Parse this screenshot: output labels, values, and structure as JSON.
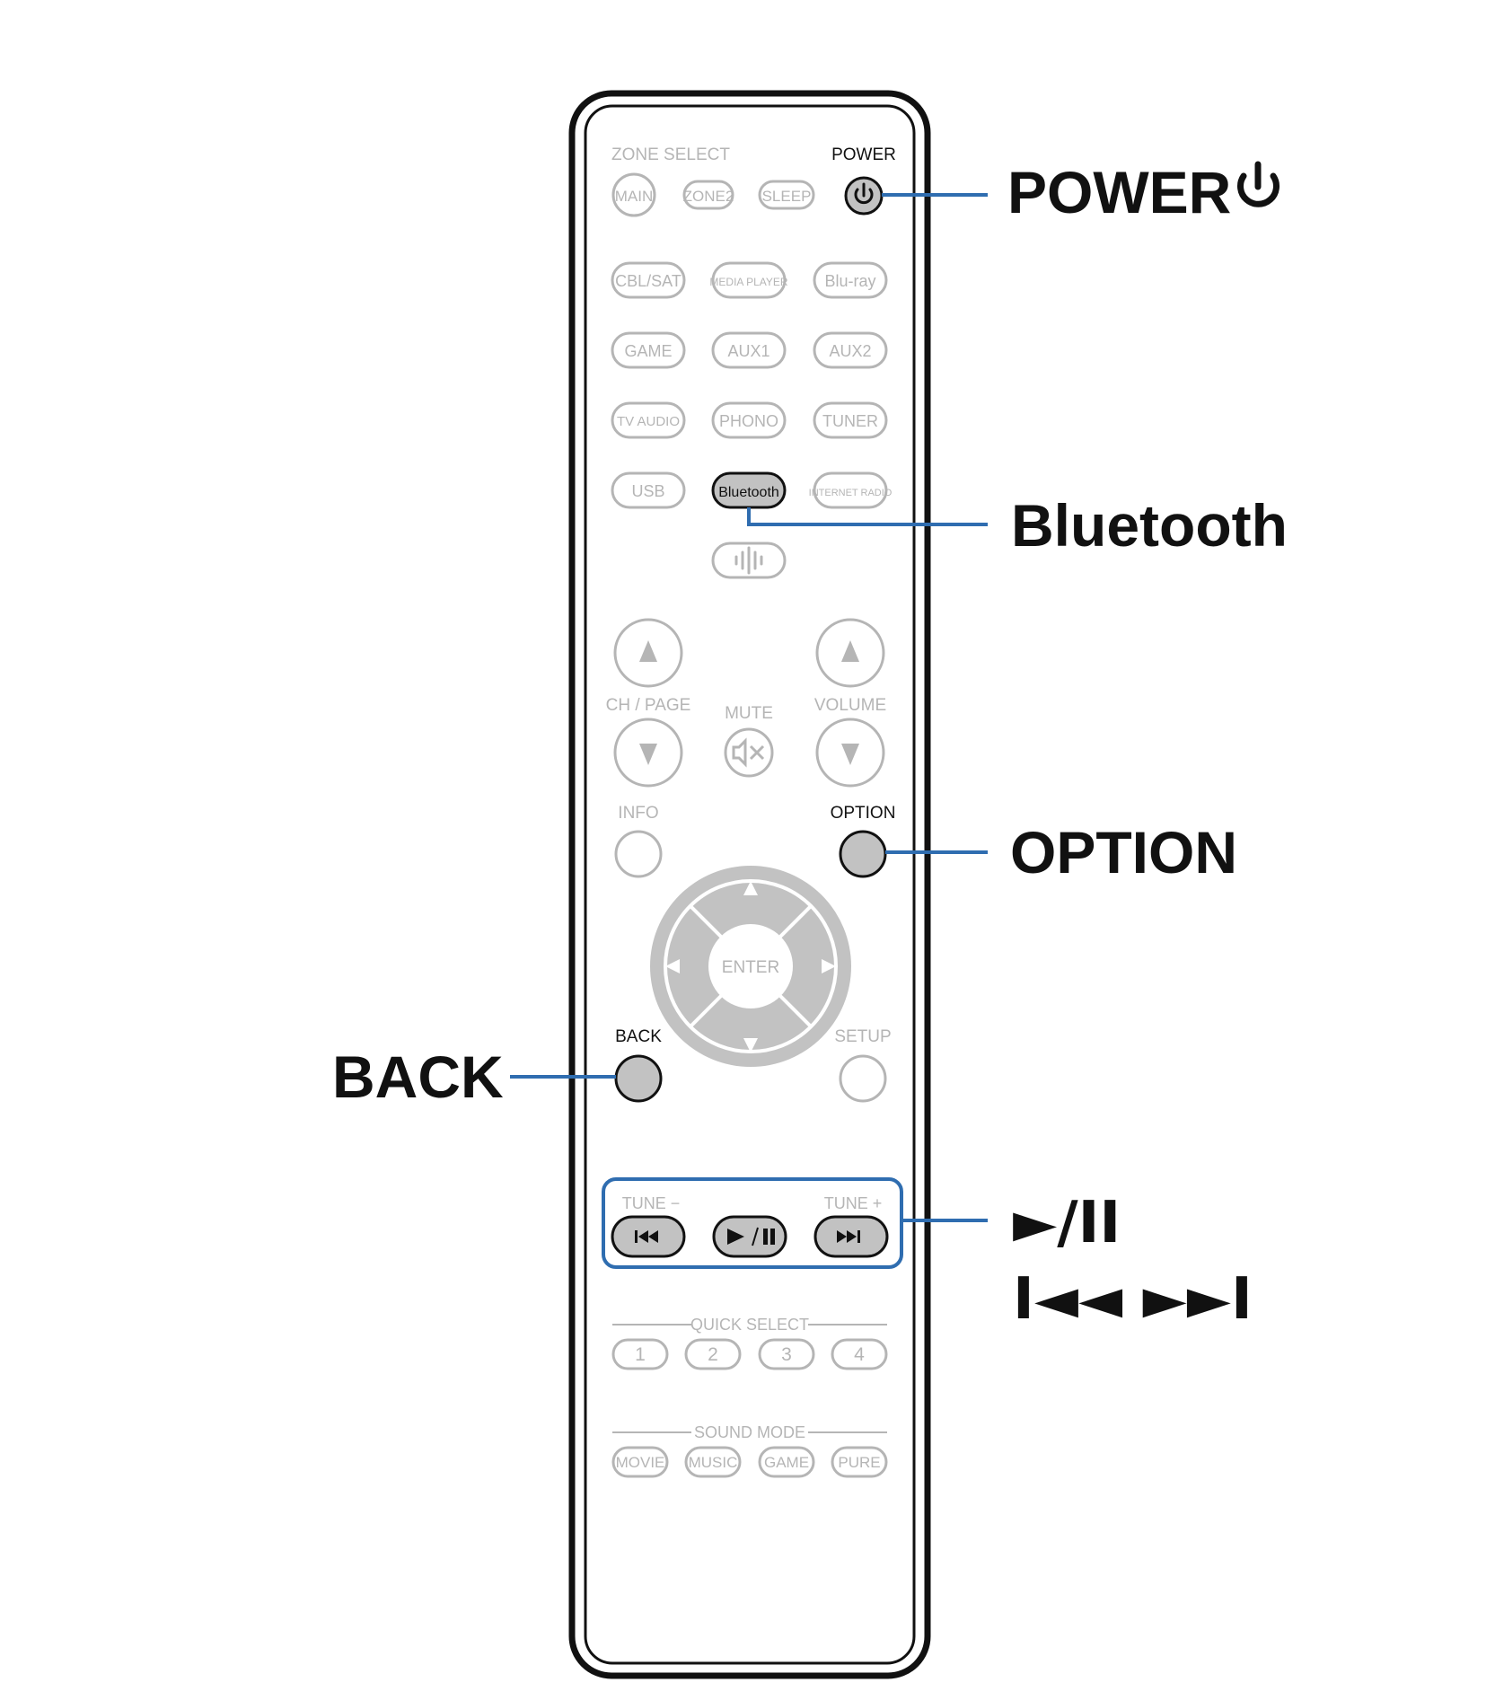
{
  "colors": {
    "outline": "#111111",
    "inactive": "#b5b5b5",
    "highlight_fill": "#c2c2c2",
    "callout_line": "#2f6db0"
  },
  "remote": {
    "zone_select_label": "ZONE SELECT",
    "power_label": "POWER",
    "zone_buttons": [
      "MAIN",
      "ZONE2",
      "SLEEP"
    ],
    "source_rows": [
      [
        "CBL/SAT",
        "MEDIA PLAYER",
        "Blu-ray"
      ],
      [
        "GAME",
        "AUX1",
        "AUX2"
      ],
      [
        "TV AUDIO",
        "PHONO",
        "TUNER"
      ],
      [
        "USB",
        "Bluetooth",
        "INTERNET RADIO"
      ]
    ],
    "heos_icon": "heos-icon",
    "ch_page_label": "CH / PAGE",
    "mute_label": "MUTE",
    "volume_label": "VOLUME",
    "info_label": "INFO",
    "option_label": "OPTION",
    "enter_label": "ENTER",
    "back_label": "BACK",
    "setup_label": "SETUP",
    "tune_minus_label": "TUNE −",
    "tune_plus_label": "TUNE +",
    "quick_select_label": "QUICK SELECT",
    "quick_select_buttons": [
      "1",
      "2",
      "3",
      "4"
    ],
    "sound_mode_label": "SOUND MODE",
    "sound_mode_buttons": [
      "MOVIE",
      "MUSIC",
      "GAME",
      "PURE"
    ]
  },
  "callouts": {
    "power": "POWER",
    "power_icon": "power-icon",
    "bluetooth": "Bluetooth",
    "option": "OPTION",
    "back": "BACK",
    "play_pause": "►/II",
    "skip": "I◄◄ ►►I"
  }
}
